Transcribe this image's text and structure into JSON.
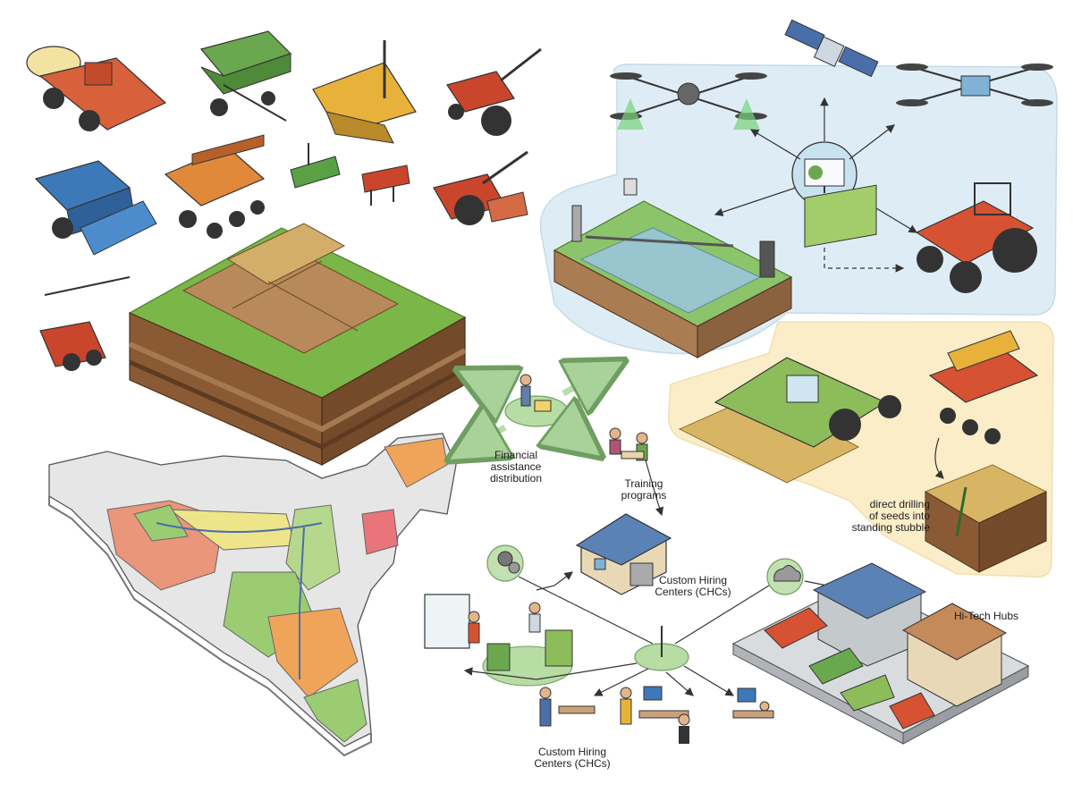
{
  "labels": {
    "financial": [
      "Financial",
      "assistance",
      "distribution"
    ],
    "training": [
      "Training",
      "programs"
    ],
    "chc_mid": [
      "Custom Hiring",
      "Centers (CHCs)"
    ],
    "chc_bottom": [
      "Custom Hiring",
      "Centers (CHCs)"
    ],
    "hitech": "Hi-Tech Hubs",
    "stubble": [
      "direct drilling",
      "of seeds into",
      "standing stubble"
    ]
  },
  "colors": {
    "precision_panel": "#deedf5",
    "stubble_panel": "#faedc8",
    "grass": "#7ab648",
    "soil": "#8a5a35",
    "tractor_red": "#d65233",
    "machine_green": "#6aa84f",
    "arrow_green": "#b9dcaa"
  },
  "icons": {
    "precision_hub": "monitor-icon",
    "satellite": "satellite-icon",
    "drones": [
      "drone-icon",
      "drone-icon"
    ],
    "gear": "gear-icon",
    "cloud": "cloud-icon"
  }
}
